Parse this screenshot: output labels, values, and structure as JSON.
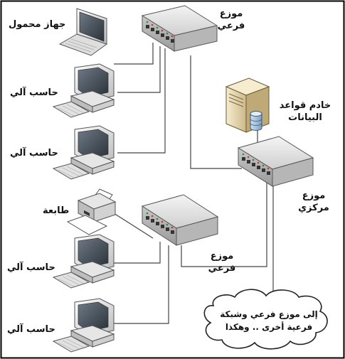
{
  "labels": {
    "laptop": "جهاز محمول",
    "computer1": "حاسب آلي",
    "computer2": "حاسب آلي",
    "printer": "طابعة",
    "computer3": "حاسب آلي",
    "computer4": "حاسب آلي",
    "switch_top_line1": "موزع",
    "switch_top_line2": "فرعي",
    "server_line1": "خادم قواعد",
    "server_line2": "البيانات",
    "switch_center_line1": "موزع",
    "switch_center_line2": "مركزي",
    "switch_bottom_line1": "موزع",
    "switch_bottom_line2": "فرعي",
    "cloud_line1": "إلى موزع فرعي وشبكة",
    "cloud_line2": "فرعية أخرى .. وهكذا"
  },
  "colors": {
    "switch_body": "#d9d9d9",
    "port_led_green": "#2e8b2e",
    "port_led_red": "#c0392b",
    "server_body": "#e9dcb8"
  }
}
